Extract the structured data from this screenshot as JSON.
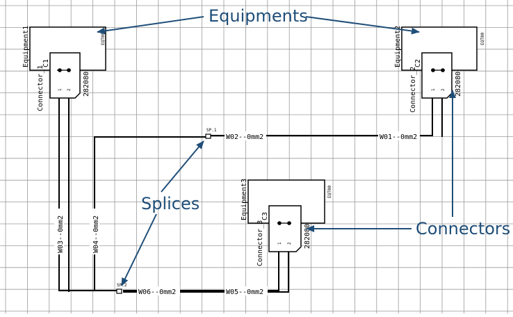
{
  "colors": {
    "grid": "#9a9a9a",
    "wire": "#000000",
    "callout": "#1f4e79",
    "background": "#ffffff"
  },
  "callouts": {
    "equipments": "Equipments",
    "splices": "Splices",
    "connectors": "Connectors"
  },
  "equipment": [
    {
      "name": "Equipment1",
      "code": "EQT00"
    },
    {
      "name": "Equipment2",
      "code": "EQT00"
    },
    {
      "name": "Equipment3",
      "code": "EQT00"
    }
  ],
  "connectors": [
    {
      "ref": "C1",
      "name": "Connector_1",
      "part": "282080",
      "pin1": "1",
      "pin2": "2"
    },
    {
      "ref": "C2",
      "name": "Connector_2",
      "part": "282080",
      "pin1": "1",
      "pin2": "2"
    },
    {
      "ref": "C3",
      "name": "Connector_3",
      "part": "282080",
      "pin1": "1",
      "pin2": "2"
    }
  ],
  "splices": [
    {
      "name": "SP.1"
    },
    {
      "name": "SP.2"
    }
  ],
  "wires": {
    "w01": "W01--0mm2",
    "w02": "W02--0mm2",
    "w03": "W03--0mm2",
    "w04": "W04--0mm2",
    "w05": "W05--0mm2",
    "w06": "W06--0mm2"
  }
}
